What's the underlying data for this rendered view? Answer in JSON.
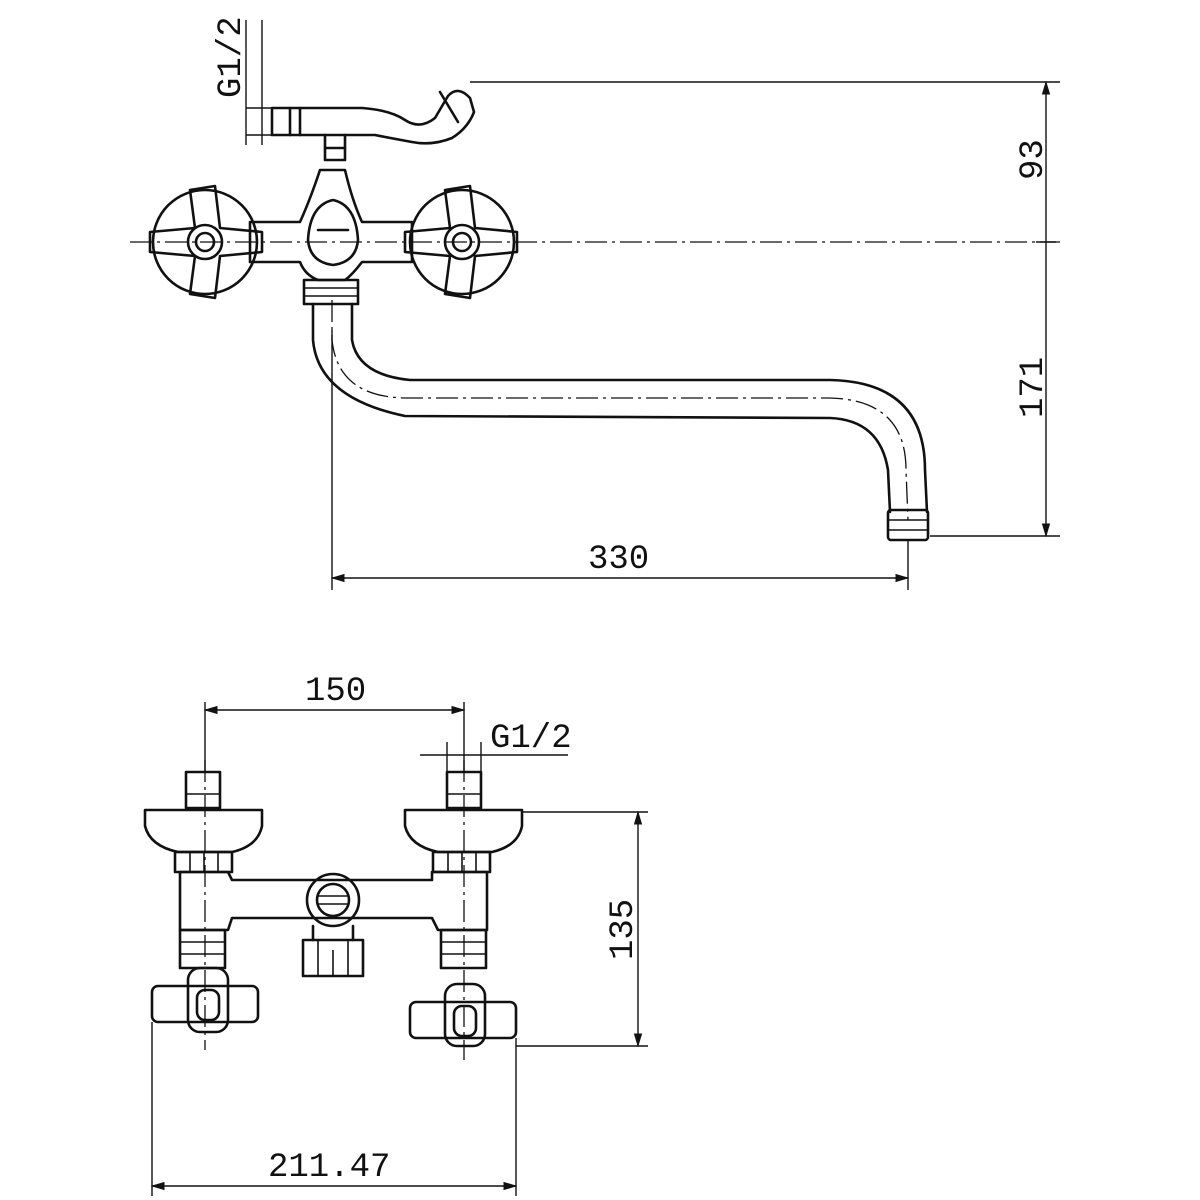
{
  "drawing": {
    "top_view": {
      "height_label": "93",
      "drop_label": "171",
      "reach_label": "330",
      "thread_label": "G1/2"
    },
    "bottom_view": {
      "centers_label": "150",
      "thread_label": "G1/2",
      "height_label": "135",
      "width_label": "211.47"
    }
  }
}
